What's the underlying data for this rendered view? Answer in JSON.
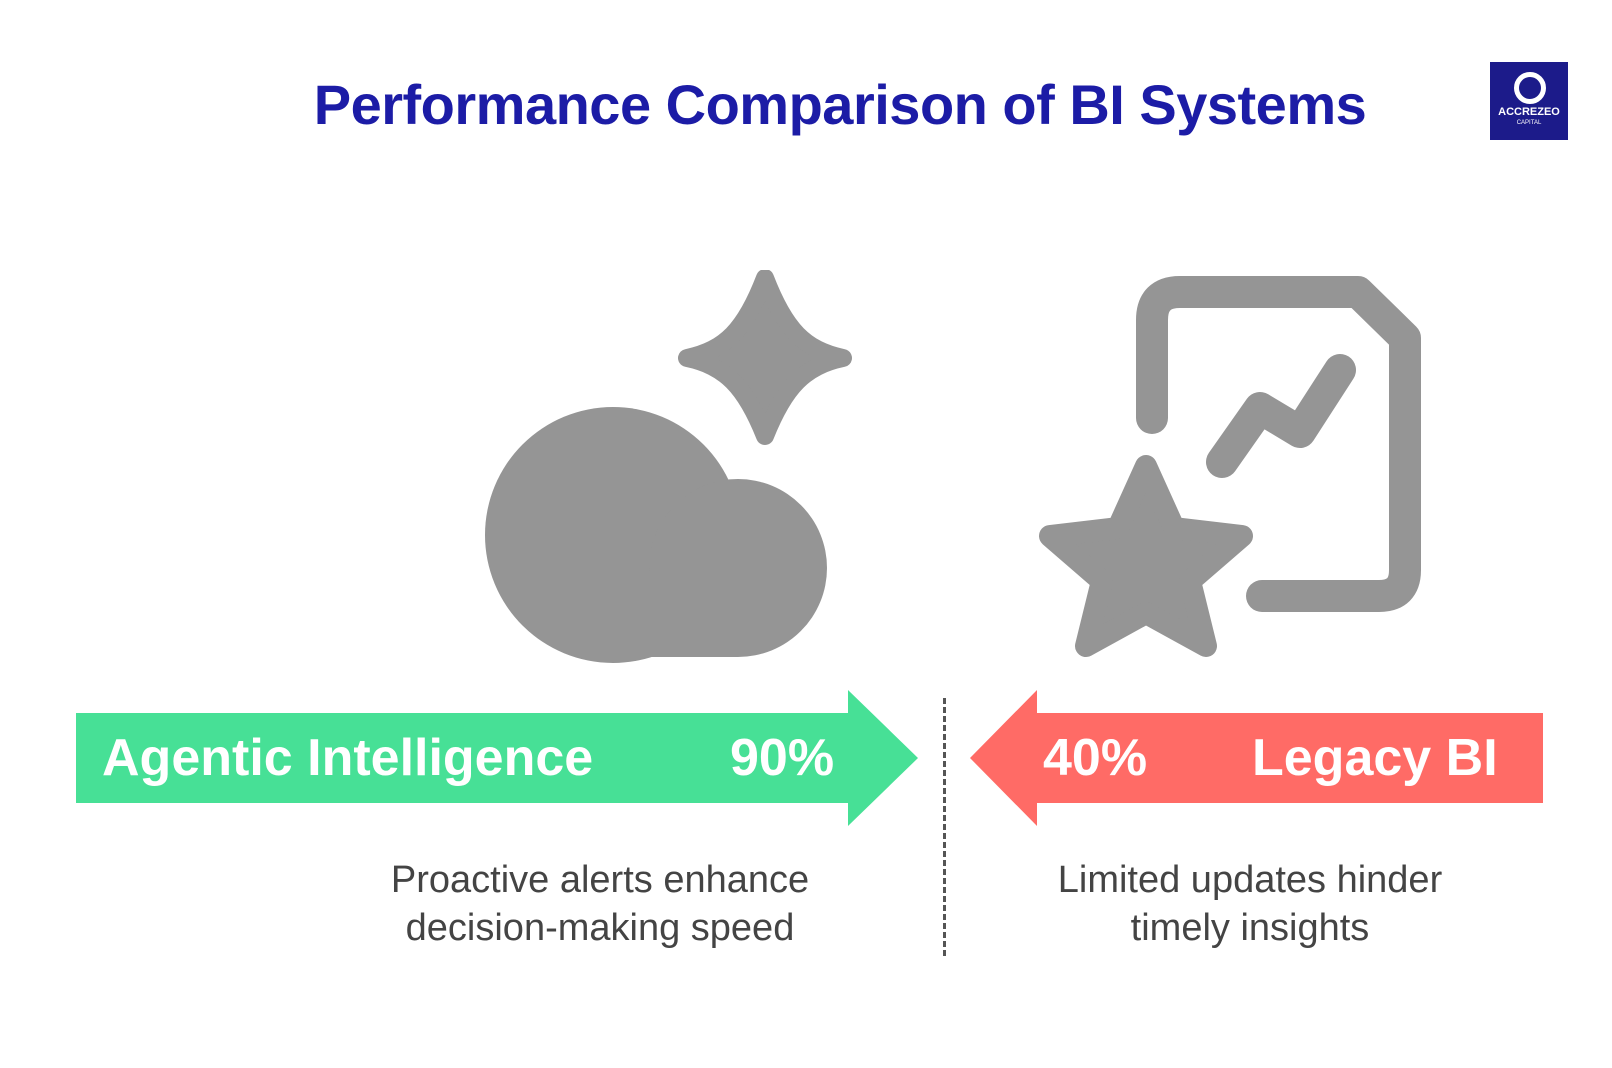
{
  "title": "Performance Comparison of BI Systems",
  "logo": {
    "text": "ACCREZEO",
    "subtext": "CAPITAL"
  },
  "left": {
    "label": "Agentic Intelligence",
    "value": "90%",
    "description_line1": "Proactive alerts enhance",
    "description_line2": "decision-making speed",
    "color": "#47e096",
    "icon": "cloud-sparkle-icon"
  },
  "right": {
    "label": "Legacy BI",
    "value": "40%",
    "description_line1": "Limited updates hinder",
    "description_line2": "timely insights",
    "color": "#ff6b66",
    "icon": "document-chart-star-icon"
  },
  "icon_color": "#959595"
}
